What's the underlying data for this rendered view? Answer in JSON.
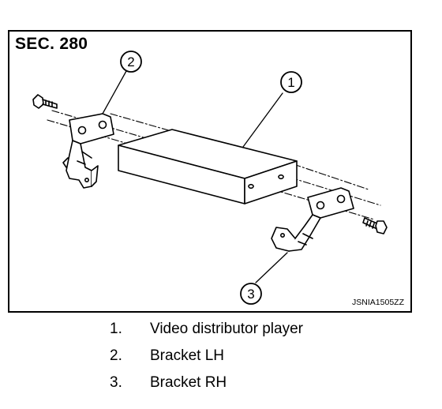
{
  "figure": {
    "section_label": "SEC. 280",
    "image_code": "JSNIA1505ZZ",
    "callouts": [
      "1",
      "2",
      "3"
    ]
  },
  "legend": {
    "items": [
      {
        "num": "1.",
        "text": "Video distributor player"
      },
      {
        "num": "2.",
        "text": "Bracket LH"
      },
      {
        "num": "3.",
        "text": "Bracket RH"
      }
    ]
  },
  "colors": {
    "line": "#000000",
    "background": "#ffffff"
  }
}
